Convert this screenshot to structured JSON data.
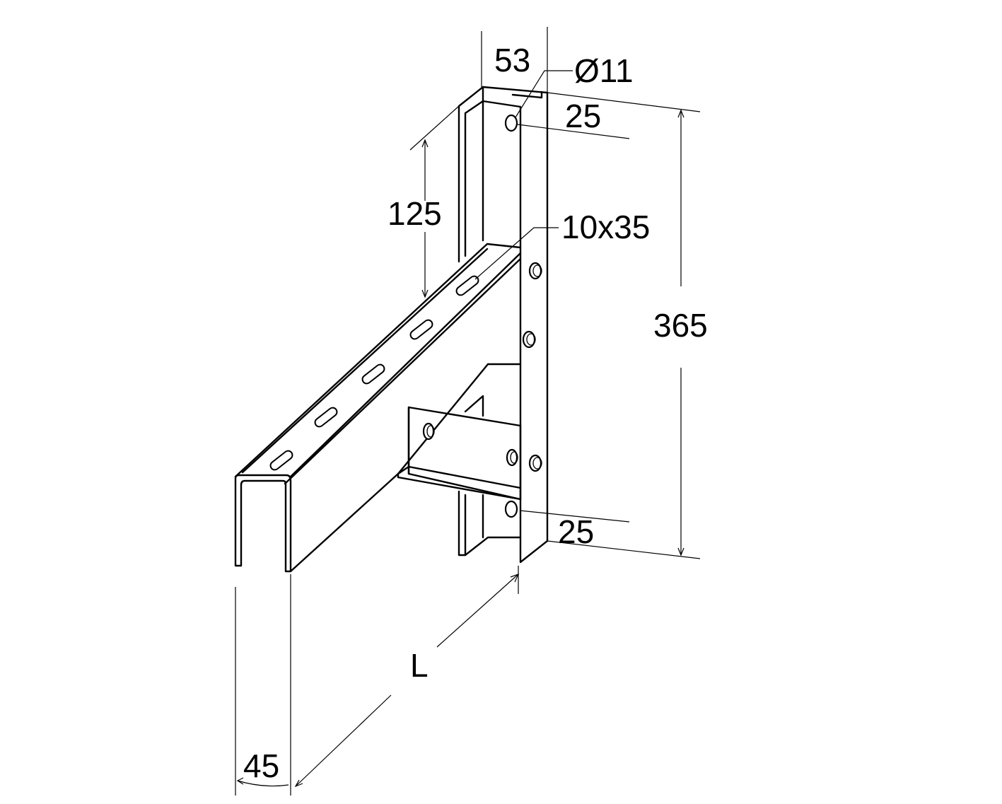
{
  "dimensions": {
    "flange_width": "53",
    "hole_diameter": "Ø11",
    "top_hole_offset": "25",
    "arm_offset": "125",
    "slot_size": "10x35",
    "total_height": "365",
    "bottom_hole_offset": "25",
    "arm_length": "L",
    "channel_width": "45"
  }
}
